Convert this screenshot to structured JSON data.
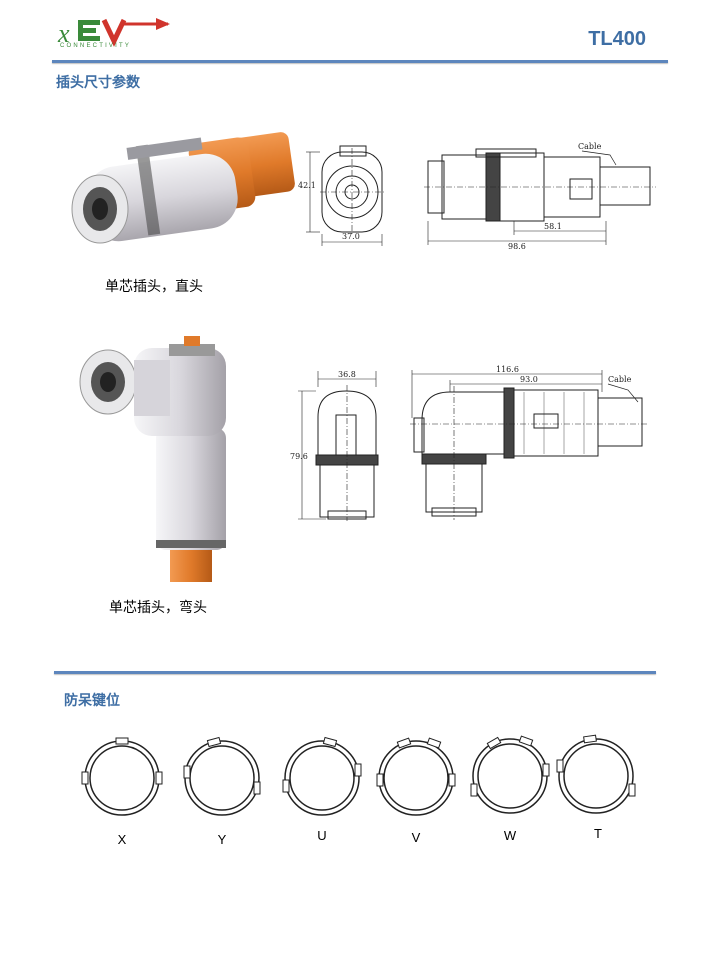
{
  "header": {
    "logo_text": "xEV",
    "logo_sub": "CONNECTIVITY",
    "model": "TL400"
  },
  "section1": {
    "title": "插头尺寸参数",
    "straight": {
      "caption": "单芯插头，直头",
      "front_height": "42.1",
      "front_width": "37.0",
      "side_cable_label": "Cable",
      "side_partial": "58.1",
      "side_total": "98.6"
    },
    "angled": {
      "caption": "单芯插头，弯头",
      "front_width": "36.8",
      "front_height": "79.6",
      "side_total": "116.6",
      "side_partial": "93.0",
      "side_cable_label": "Cable"
    }
  },
  "section2": {
    "title": "防呆键位",
    "keys": [
      "X",
      "Y",
      "U",
      "V",
      "W",
      "T"
    ]
  },
  "colors": {
    "accent": "#3e6ea4",
    "rule": "#5d86bd",
    "cable_orange": "#e07a2a",
    "logo_green": "#3a8a3a",
    "logo_red": "#d0342c"
  }
}
